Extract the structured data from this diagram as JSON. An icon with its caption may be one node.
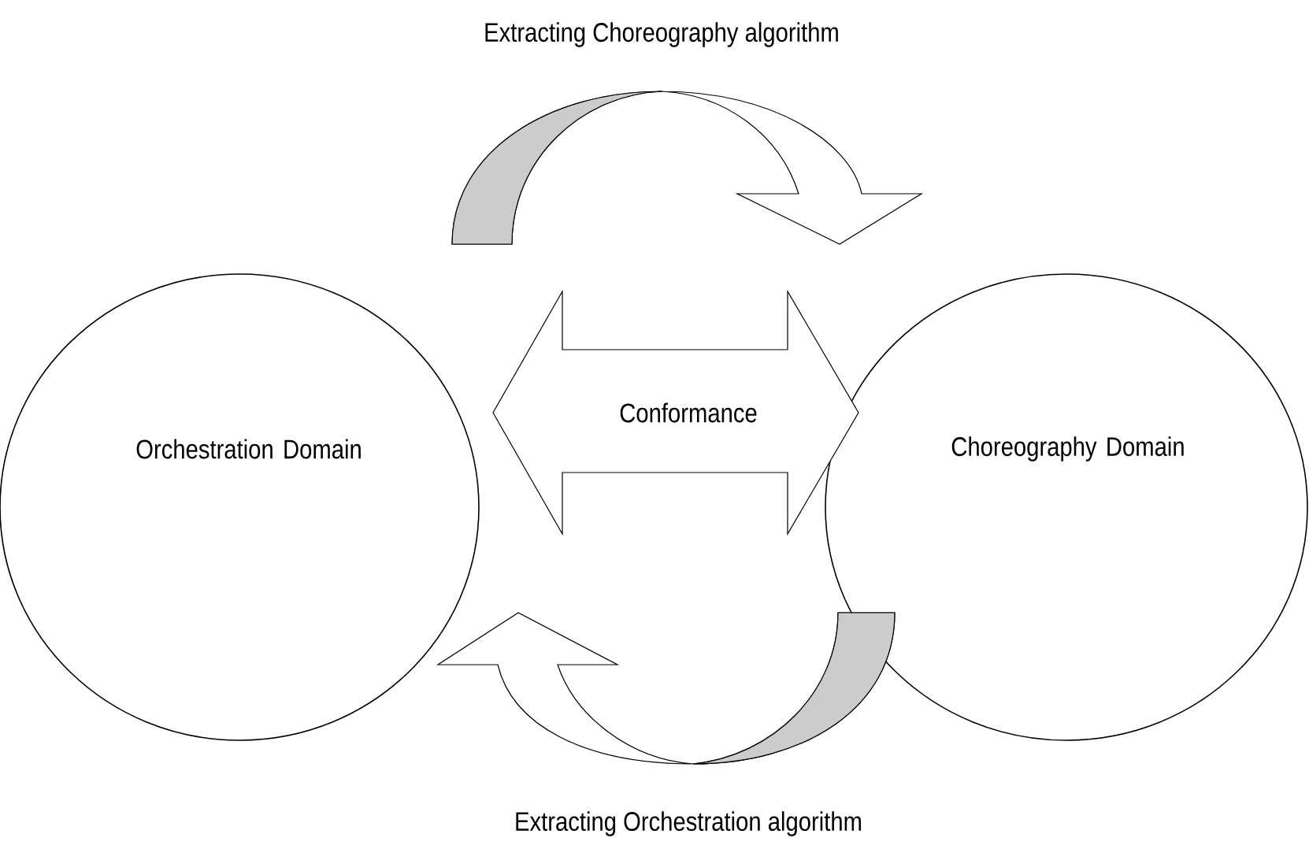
{
  "diagram": {
    "nodes": [
      {
        "text": [
          "Orchestration Domain"
        ]
      },
      {
        "text": [
          "Choreography Domain"
        ]
      }
    ],
    "edges": [
      {
        "from": 0,
        "to": 1,
        "arrow": "to",
        "label": "Extracting Choreography algorithm"
      },
      {
        "from": 1,
        "to": 0,
        "arrow": "to",
        "label": "Extracting Orchestration algorithm"
      },
      {
        "from": 0,
        "to": 1,
        "arrow": "both",
        "label": "Conformance"
      }
    ]
  }
}
